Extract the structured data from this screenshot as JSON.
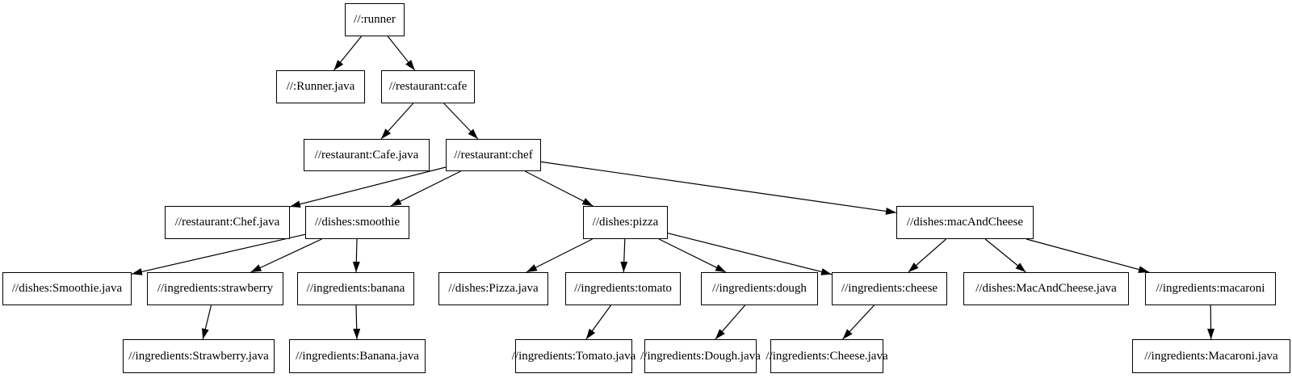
{
  "graph": {
    "type": "dependency-graph",
    "background": "#ffffff",
    "node_fill": "#ffffff",
    "node_border": "#000000",
    "edge_color": "#000000",
    "text_color": "#000000",
    "nodes": [
      {
        "id": "runner",
        "label": "//:runner"
      },
      {
        "id": "runner_java",
        "label": "//:Runner.java"
      },
      {
        "id": "cafe",
        "label": "//restaurant:cafe"
      },
      {
        "id": "cafe_java",
        "label": "//restaurant:Cafe.java"
      },
      {
        "id": "chef",
        "label": "//restaurant:chef"
      },
      {
        "id": "chef_java",
        "label": "//restaurant:Chef.java"
      },
      {
        "id": "smoothie",
        "label": "//dishes:smoothie"
      },
      {
        "id": "pizza",
        "label": "//dishes:pizza"
      },
      {
        "id": "macandcheese",
        "label": "//dishes:macAndCheese"
      },
      {
        "id": "smoothie_java",
        "label": "//dishes:Smoothie.java"
      },
      {
        "id": "strawberry",
        "label": "//ingredients:strawberry"
      },
      {
        "id": "banana",
        "label": "//ingredients:banana"
      },
      {
        "id": "pizza_java",
        "label": "//dishes:Pizza.java"
      },
      {
        "id": "tomato",
        "label": "//ingredients:tomato"
      },
      {
        "id": "dough",
        "label": "//ingredients:dough"
      },
      {
        "id": "cheese",
        "label": "//ingredients:cheese"
      },
      {
        "id": "macandcheese_java",
        "label": "//dishes:MacAndCheese.java"
      },
      {
        "id": "macaroni",
        "label": "//ingredients:macaroni"
      },
      {
        "id": "strawberry_java",
        "label": "//ingredients:Strawberry.java"
      },
      {
        "id": "banana_java",
        "label": "//ingredients:Banana.java"
      },
      {
        "id": "tomato_java",
        "label": "//ingredients:Tomato.java"
      },
      {
        "id": "dough_java",
        "label": "//ingredients:Dough.java"
      },
      {
        "id": "cheese_java",
        "label": "//ingredients:Cheese.java"
      },
      {
        "id": "macaroni_java",
        "label": "//ingredients:Macaroni.java"
      }
    ],
    "edges": [
      {
        "from": "runner",
        "to": "runner_java"
      },
      {
        "from": "runner",
        "to": "cafe"
      },
      {
        "from": "cafe",
        "to": "cafe_java"
      },
      {
        "from": "cafe",
        "to": "chef"
      },
      {
        "from": "chef",
        "to": "chef_java"
      },
      {
        "from": "chef",
        "to": "smoothie"
      },
      {
        "from": "chef",
        "to": "pizza"
      },
      {
        "from": "chef",
        "to": "macandcheese"
      },
      {
        "from": "smoothie",
        "to": "smoothie_java"
      },
      {
        "from": "smoothie",
        "to": "strawberry"
      },
      {
        "from": "smoothie",
        "to": "banana"
      },
      {
        "from": "strawberry",
        "to": "strawberry_java"
      },
      {
        "from": "banana",
        "to": "banana_java"
      },
      {
        "from": "pizza",
        "to": "pizza_java"
      },
      {
        "from": "pizza",
        "to": "tomato"
      },
      {
        "from": "pizza",
        "to": "dough"
      },
      {
        "from": "pizza",
        "to": "cheese"
      },
      {
        "from": "tomato",
        "to": "tomato_java"
      },
      {
        "from": "dough",
        "to": "dough_java"
      },
      {
        "from": "cheese",
        "to": "cheese_java"
      },
      {
        "from": "macandcheese",
        "to": "cheese"
      },
      {
        "from": "macandcheese",
        "to": "macandcheese_java"
      },
      {
        "from": "macandcheese",
        "to": "macaroni"
      },
      {
        "from": "macaroni",
        "to": "macaroni_java"
      }
    ]
  }
}
